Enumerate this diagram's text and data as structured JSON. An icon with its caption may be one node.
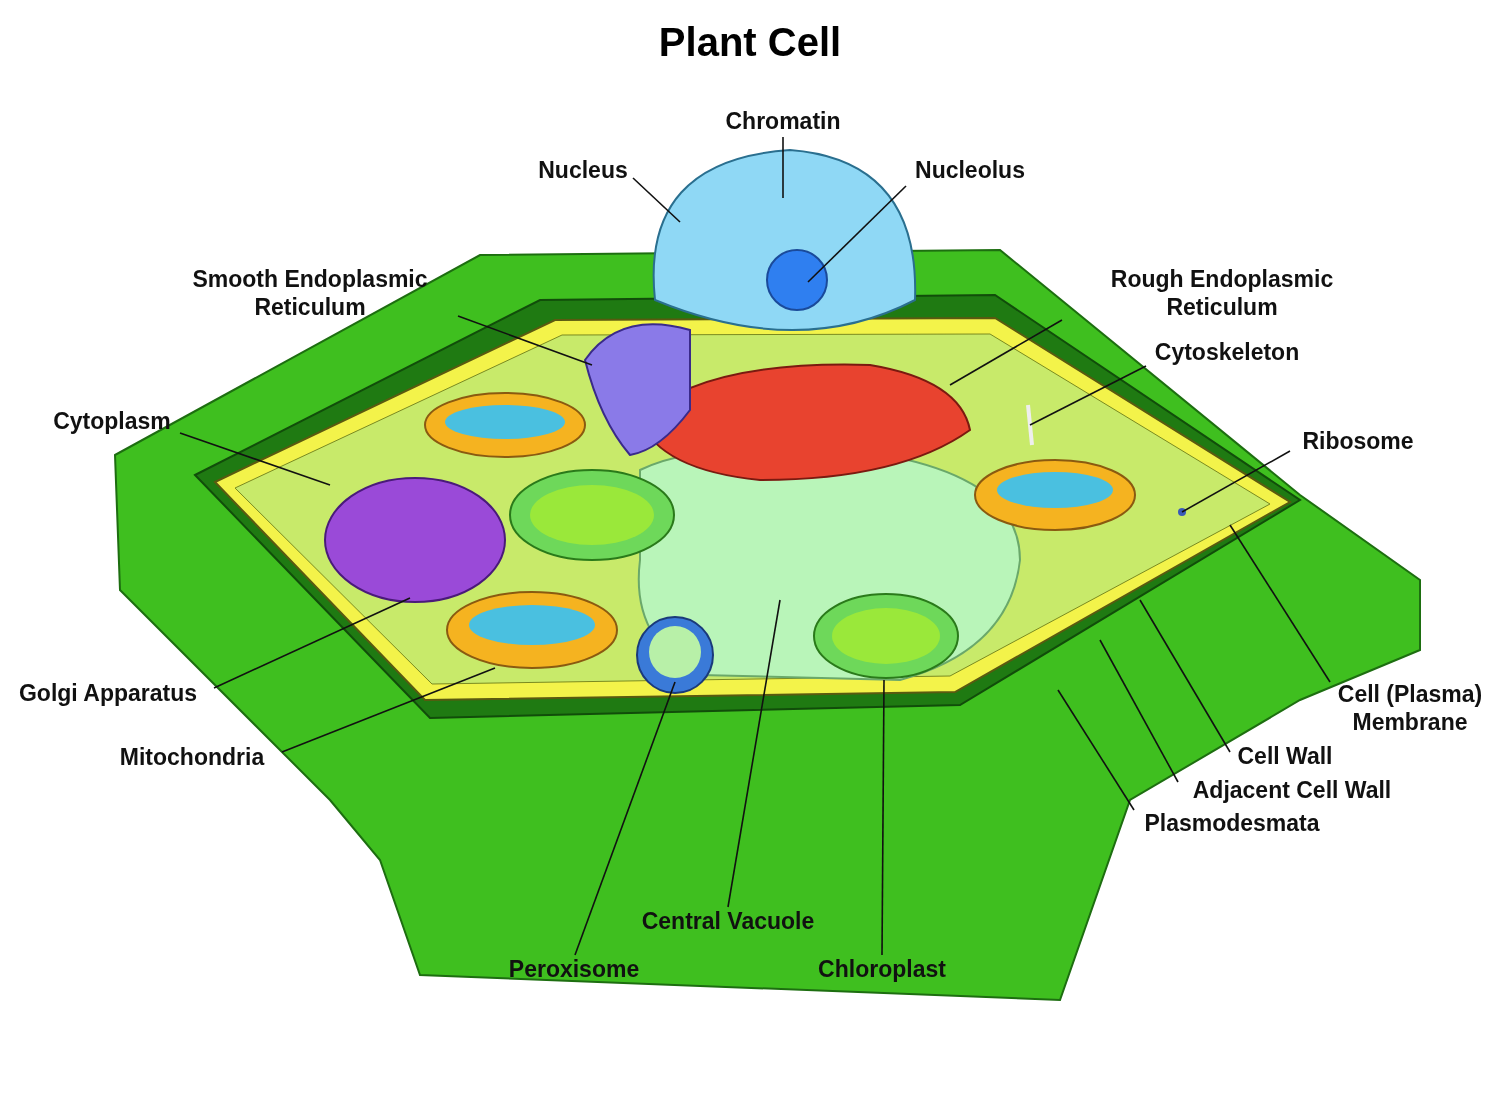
{
  "diagram": {
    "title": "Plant Cell",
    "nodes": [
      {
        "text": [
          "Chromatin"
        ]
      },
      {
        "text": [
          "Nucleus"
        ]
      },
      {
        "text": [
          "Nucleolus"
        ]
      },
      {
        "text": [
          "Smooth Endoplasmic Reticulum"
        ]
      },
      {
        "text": [
          "Rough Endoplasmic Reticulum"
        ]
      },
      {
        "text": [
          "Cytoskeleton"
        ]
      },
      {
        "text": [
          "Cytoplasm"
        ]
      },
      {
        "text": [
          "Ribosome"
        ]
      },
      {
        "text": [
          "Golgi Apparatus"
        ]
      },
      {
        "text": [
          "Cell (Plasma) Membrane"
        ]
      },
      {
        "text": [
          "Mitochondria"
        ]
      },
      {
        "text": [
          "Cell Wall"
        ]
      },
      {
        "text": [
          "Adjacent Cell Wall"
        ]
      },
      {
        "text": [
          "Plasmodesmata"
        ]
      },
      {
        "text": [
          "Central Vacuole"
        ]
      },
      {
        "text": [
          "Peroxisome"
        ]
      },
      {
        "text": [
          "Chloroplast"
        ]
      }
    ],
    "edges": [
      {
        "from": 0,
        "to": null,
        "arrow": "none"
      },
      {
        "from": 1,
        "to": null,
        "arrow": "none"
      },
      {
        "from": 2,
        "to": null,
        "arrow": "none"
      },
      {
        "from": 3,
        "to": null,
        "arrow": "none"
      },
      {
        "from": 4,
        "to": null,
        "arrow": "none"
      },
      {
        "from": 5,
        "to": null,
        "arrow": "none"
      },
      {
        "from": 6,
        "to": null,
        "arrow": "none"
      },
      {
        "from": 7,
        "to": null,
        "arrow": "none"
      },
      {
        "from": 8,
        "to": null,
        "arrow": "none"
      },
      {
        "from": 9,
        "to": null,
        "arrow": "none"
      },
      {
        "from": 10,
        "to": null,
        "arrow": "none"
      },
      {
        "from": 11,
        "to": null,
        "arrow": "none"
      },
      {
        "from": 12,
        "to": null,
        "arrow": "none"
      },
      {
        "from": 13,
        "to": null,
        "arrow": "none"
      },
      {
        "from": 14,
        "to": null,
        "arrow": "none"
      },
      {
        "from": 15,
        "to": null,
        "arrow": "none"
      },
      {
        "from": 16,
        "to": null,
        "arrow": "none"
      }
    ]
  }
}
